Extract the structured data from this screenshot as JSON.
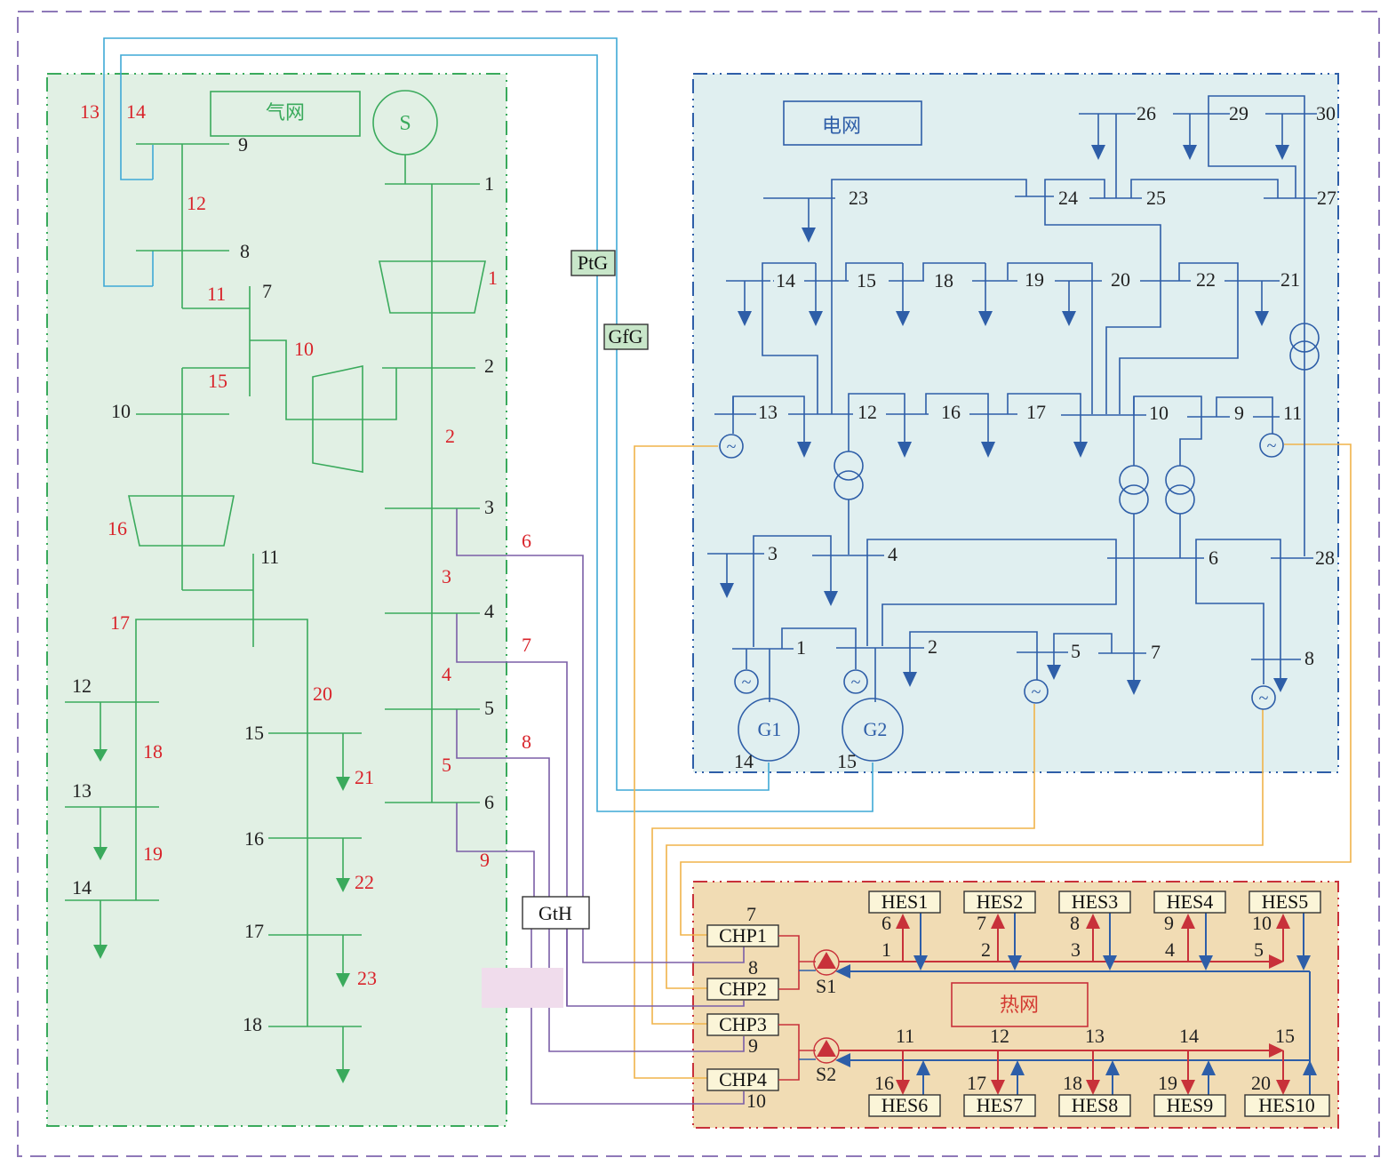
{
  "colors": {
    "gas_network": "#3aaa5c",
    "gas_bg": "#e1f0e4",
    "electric_network": "#2e5ea8",
    "electric_bg": "#e0eff0",
    "heat_bg": "#f1dcb4",
    "heat_supply": "#c8313a",
    "heat_return": "#2e5ea8",
    "ptg_link": "#3fa9d6",
    "gth_link": "#7b5ea7",
    "chp_power_link": "#f0b34a",
    "pipeline_label": "#d9232a",
    "outer_border": "#8e78b8"
  },
  "gas_network": {
    "title": "气网",
    "source_label": "S",
    "node_labels": [
      "1",
      "2",
      "3",
      "4",
      "5",
      "6",
      "7",
      "8",
      "9",
      "10",
      "11",
      "12",
      "13",
      "14",
      "15",
      "16",
      "17",
      "18"
    ],
    "pipeline_labels": [
      "1",
      "2",
      "3",
      "4",
      "5",
      "6",
      "7",
      "8",
      "9",
      "10",
      "11",
      "12",
      "13",
      "14",
      "15",
      "16",
      "17",
      "18",
      "19",
      "20",
      "21",
      "22",
      "23"
    ]
  },
  "electric_network": {
    "title": "电网",
    "bus_labels": [
      "1",
      "2",
      "3",
      "4",
      "5",
      "6",
      "7",
      "8",
      "9",
      "10",
      "11",
      "12",
      "13",
      "14",
      "15",
      "16",
      "17",
      "18",
      "19",
      "20",
      "21",
      "22",
      "23",
      "24",
      "25",
      "26",
      "27",
      "28",
      "29",
      "30"
    ],
    "generators": [
      "G1",
      "G2"
    ],
    "generator_node_labels": [
      "14",
      "15"
    ]
  },
  "heat_network": {
    "title": "热网",
    "chp_units": [
      "CHP1",
      "CHP2",
      "CHP3",
      "CHP4"
    ],
    "chp_node_labels": [
      "7",
      "8",
      "9",
      "10"
    ],
    "pumps": [
      "S1",
      "S2"
    ],
    "hes_units": [
      "HES1",
      "HES2",
      "HES3",
      "HES4",
      "HES5",
      "HES6",
      "HES7",
      "HES8",
      "HES9",
      "HES10"
    ],
    "supply_node_labels": [
      "1",
      "2",
      "3",
      "4",
      "5",
      "11",
      "12",
      "13",
      "14",
      "15"
    ],
    "hes_node_labels": [
      "6",
      "7",
      "8",
      "9",
      "10",
      "16",
      "17",
      "18",
      "19",
      "20"
    ]
  },
  "coupling_devices": {
    "ptg": "PtG",
    "gfg": "GfG",
    "gth": "GtH"
  }
}
